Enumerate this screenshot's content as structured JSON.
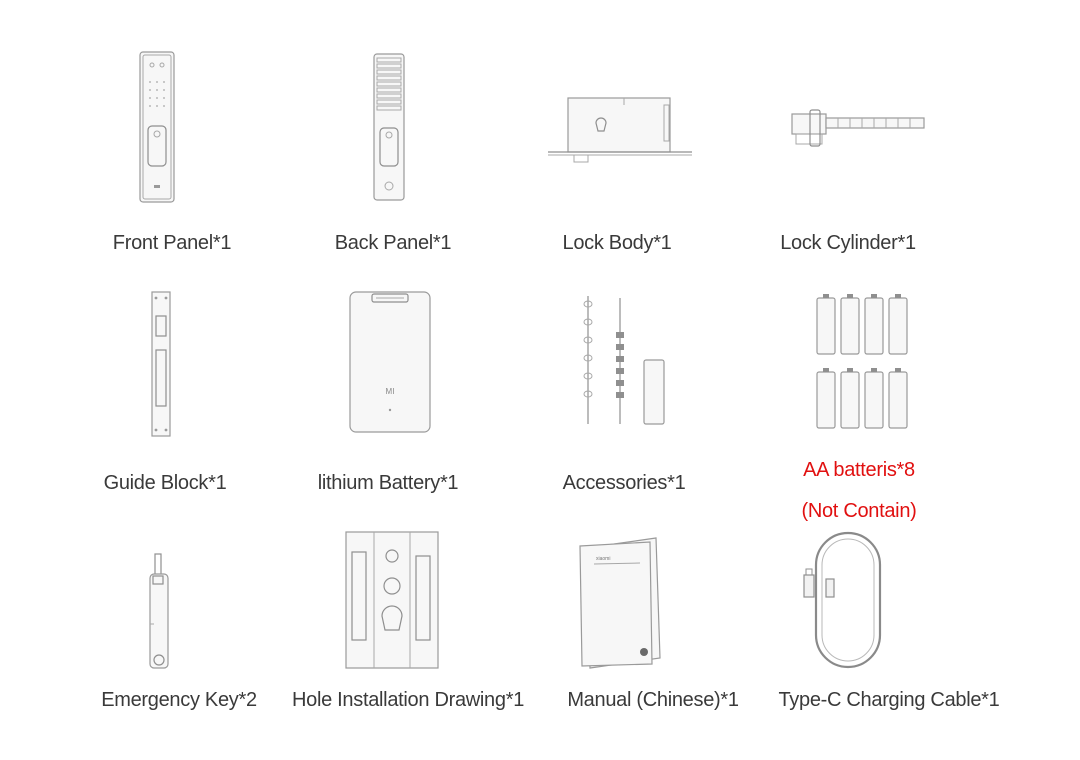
{
  "items": [
    {
      "label": "Front Panel*1",
      "icon": "front-panel-icon"
    },
    {
      "label": "Back Panel*1",
      "icon": "back-panel-icon"
    },
    {
      "label": "Lock Body*1",
      "icon": "lock-body-icon"
    },
    {
      "label": "Lock Cylinder*1",
      "icon": "lock-cylinder-icon"
    },
    {
      "label": "Guide Block*1",
      "icon": "guide-block-icon"
    },
    {
      "label": "lithium Battery*1",
      "icon": "lithium-battery-icon"
    },
    {
      "label": "Accessories*1",
      "icon": "accessories-icon"
    },
    {
      "label": "AA batteris*8",
      "note": "(Not Contain)",
      "icon": "aa-batteries-icon"
    },
    {
      "label": "Emergency Key*2",
      "icon": "emergency-key-icon"
    },
    {
      "label": "Hole Installation Drawing*1",
      "icon": "hole-drawing-icon"
    },
    {
      "label": "Manual (Chinese)*1",
      "icon": "manual-icon"
    },
    {
      "label": "Type-C Charging Cable*1",
      "icon": "type-c-cable-icon"
    }
  ],
  "colors": {
    "text": "#3a3a3a",
    "highlight": "#e11010",
    "line": "#8f8f8f"
  }
}
